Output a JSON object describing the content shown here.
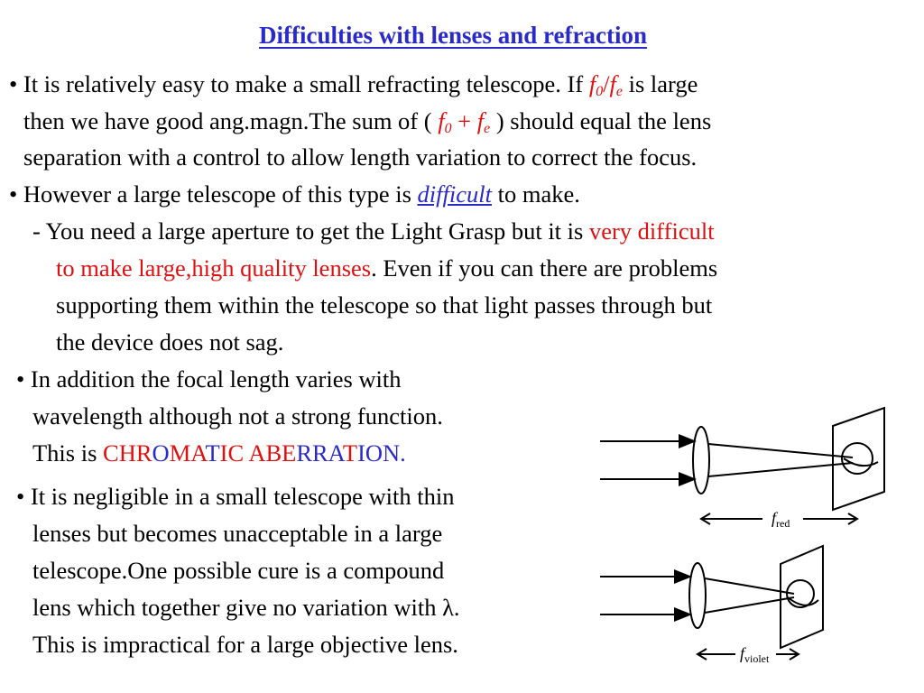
{
  "title": "Difficulties with lenses and refraction",
  "p1": {
    "l1_a": "• It is relatively easy to make a small refracting telescope. If ",
    "f": "f",
    "sub0": "0",
    "slash": "/",
    "sube": "e",
    "l1_b": " is large",
    "l2_a": "then we have good ang.magn.The sum of ( ",
    "plus": " + ",
    "l2_b": " ) should equal the lens",
    "l3": "separation with a control to allow length variation to correct the focus."
  },
  "p2": {
    "a": "• However a large telescope of this type is ",
    "em": "difficult",
    "b": " to make."
  },
  "p3": {
    "l1_a": "- You need a large aperture to get the Light Grasp but it is ",
    "l1_red": "very difficult",
    "l2_red": "to make large,high quality lenses",
    "l2_b": ". Even if you can there are problems",
    "l3": "supporting them within the telescope so that light passes through but",
    "l4": "the device does not sag."
  },
  "p4": {
    "l1": "• In addition the focal length varies with",
    "l2": "wavelength although not a strong function.",
    "l3_a": "This is ",
    "chromatic": [
      "CHR",
      "O",
      "MA",
      "T",
      "IC"
    ],
    "aberration": [
      "ABE",
      "RRA",
      "T",
      "ION."
    ]
  },
  "p5": {
    "l1": "• It is negligible in a small telescope with thin",
    "l2": "lenses but becomes unacceptable in a large",
    "l3": "telescope.One possible cure is a compound",
    "l4": "lens which together give no variation with λ.",
    "l5": "This is impractical for a large objective lens."
  },
  "diagram": {
    "label_red_f": "f",
    "label_red_sub": "red",
    "label_violet_f": "f",
    "label_violet_sub": "violet"
  }
}
